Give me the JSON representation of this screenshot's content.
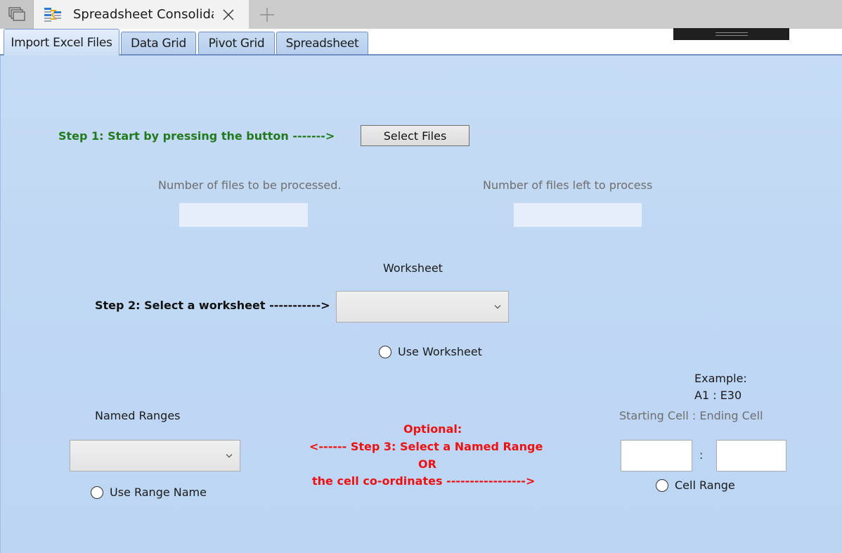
{
  "window": {
    "tab_title": "Spreadsheet Consolida",
    "icons": {
      "task_switcher": "task-view-icon",
      "app": "spreadsheet-app-icon",
      "close": "close-icon",
      "new_tab": "plus-icon"
    }
  },
  "tabs": [
    {
      "label": "Import Excel Files",
      "active": true
    },
    {
      "label": "Data Grid",
      "active": false
    },
    {
      "label": "Pivot Grid",
      "active": false
    },
    {
      "label": "Spreadsheet",
      "active": false
    }
  ],
  "step1": {
    "text": "Step 1: Start by pressing the button ------->",
    "button_label": "Select Files",
    "color": "#217a1c"
  },
  "counters": {
    "processed_label": "Number of files to be processed.",
    "processed_value": "",
    "left_label": "Number of files left to process",
    "left_value": ""
  },
  "step2": {
    "worksheet_label": "Worksheet",
    "text": "Step 2: Select a worksheet ----------->",
    "worksheet_selected": "",
    "radio_label": "Use Worksheet"
  },
  "named_ranges": {
    "label": "Named Ranges",
    "selected": "",
    "radio_label": "Use Range Name"
  },
  "step3": {
    "line1": "Optional:",
    "line2": "<------  Step 3: Select a Named Range",
    "line3": "OR",
    "line4": "the cell co-ordinates   ----------------->",
    "color": "#ee1111"
  },
  "cell_range": {
    "example_label": "Example:",
    "example_value": "A1 : E30",
    "hint": "Starting Cell : Ending Cell",
    "start_value": "",
    "end_value": "",
    "separator": ":",
    "radio_label": "Cell Range"
  }
}
